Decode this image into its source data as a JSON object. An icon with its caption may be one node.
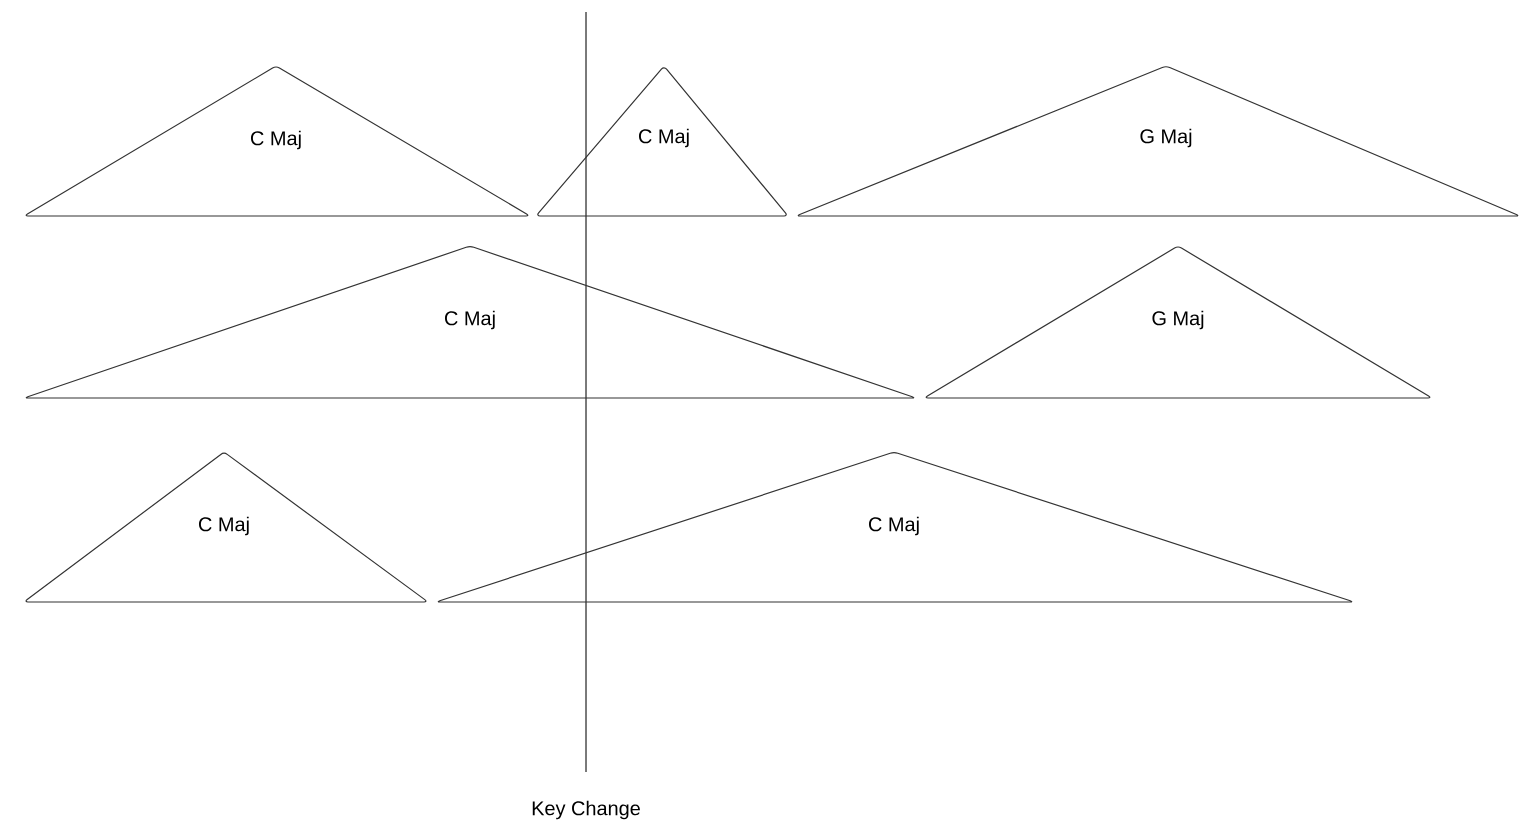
{
  "diagram": {
    "nodes": [
      {
        "text": [
          "C Maj"
        ]
      },
      {
        "text": [
          "C Maj"
        ]
      },
      {
        "text": [
          "G Maj"
        ]
      },
      {
        "text": [
          "C Maj"
        ]
      },
      {
        "text": [
          "G Maj"
        ]
      },
      {
        "text": [
          "C Maj"
        ]
      },
      {
        "text": [
          "C Maj"
        ]
      }
    ],
    "labels": [
      "Key Change"
    ]
  }
}
